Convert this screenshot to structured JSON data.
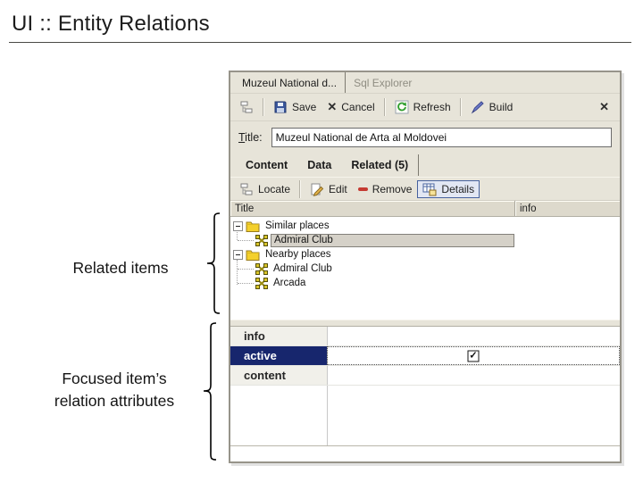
{
  "slide": {
    "title": "UI :: Entity Relations",
    "annotations": {
      "related_items": "Related items",
      "focused_line1": "Focused item’s",
      "focused_line2": "relation attributes"
    }
  },
  "window": {
    "doc_tabs": [
      {
        "label": "Muzeul National d...",
        "active": true
      },
      {
        "label": "Sql Explorer",
        "active": false
      }
    ],
    "toolbar": {
      "save": "Save",
      "cancel": "Cancel",
      "refresh": "Refresh",
      "build": "Build"
    },
    "title_field": {
      "label_accel": "T",
      "label_rest": "itle:",
      "value": "Muzeul National de Arta al Moldovei"
    },
    "page_tabs": [
      {
        "label": "Content",
        "active": false
      },
      {
        "label": "Data",
        "active": false
      },
      {
        "label": "Related (5)",
        "active": true
      }
    ],
    "relation_toolbar": {
      "locate": "Locate",
      "edit": "Edit",
      "remove": "Remove",
      "details": "Details",
      "details_toggled": true
    },
    "table": {
      "columns": [
        "Title",
        "info"
      ]
    },
    "tree": {
      "items": [
        {
          "label": "Similar places",
          "type": "folder",
          "selected": false
        },
        {
          "label": "Admiral Club",
          "type": "relation",
          "selected": true
        },
        {
          "label": "Nearby places",
          "type": "folder",
          "selected": false
        },
        {
          "label": "Admiral Club",
          "type": "relation",
          "selected": false
        },
        {
          "label": "Arcada",
          "type": "relation",
          "selected": false
        }
      ]
    },
    "attributes": {
      "rows": [
        {
          "name": "info",
          "value": "",
          "selected": false
        },
        {
          "name": "active",
          "value": "checked",
          "selected": true
        },
        {
          "name": "content",
          "value": "",
          "selected": false
        }
      ]
    }
  },
  "icons": {
    "close": "✕",
    "cancel": "✕",
    "check": "✓"
  },
  "colors": {
    "chrome": "#e7e4d9",
    "selection_navy": "#17266d",
    "tree_selection_gray": "#d5d1c8",
    "toggle_border_blue": "#46619e",
    "folder_yellow": "#f4d02c",
    "remove_red": "#c53a32"
  }
}
